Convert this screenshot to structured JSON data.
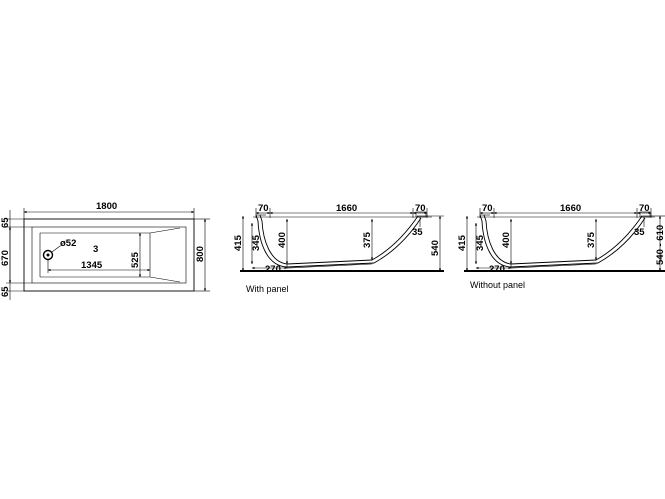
{
  "plan_view": {
    "length": "1800",
    "width_total": "800",
    "rim_top": "65",
    "inner_width": "670",
    "rim_bottom": "65",
    "drain_diameter": "ø52",
    "drain_label": "3",
    "bottom_length": "1345",
    "bottom_width": "525"
  },
  "section_with_panel": {
    "rim_left": "70",
    "inner_length": "1660",
    "rim_right": "70",
    "overall_height": "415",
    "inner_depth_outlet": "345",
    "depth_left": "400",
    "depth_right": "375",
    "foot_offset": "270",
    "foot_height": "35",
    "total_height": "540",
    "caption": "With panel"
  },
  "section_without_panel": {
    "rim_left": "70",
    "inner_length": "1660",
    "rim_right": "70",
    "overall_height": "415",
    "inner_depth_outlet": "345",
    "depth_left": "400",
    "depth_right": "375",
    "foot_offset": "270",
    "foot_height": "35",
    "total_height": "540 - 610",
    "caption": "Without panel"
  }
}
